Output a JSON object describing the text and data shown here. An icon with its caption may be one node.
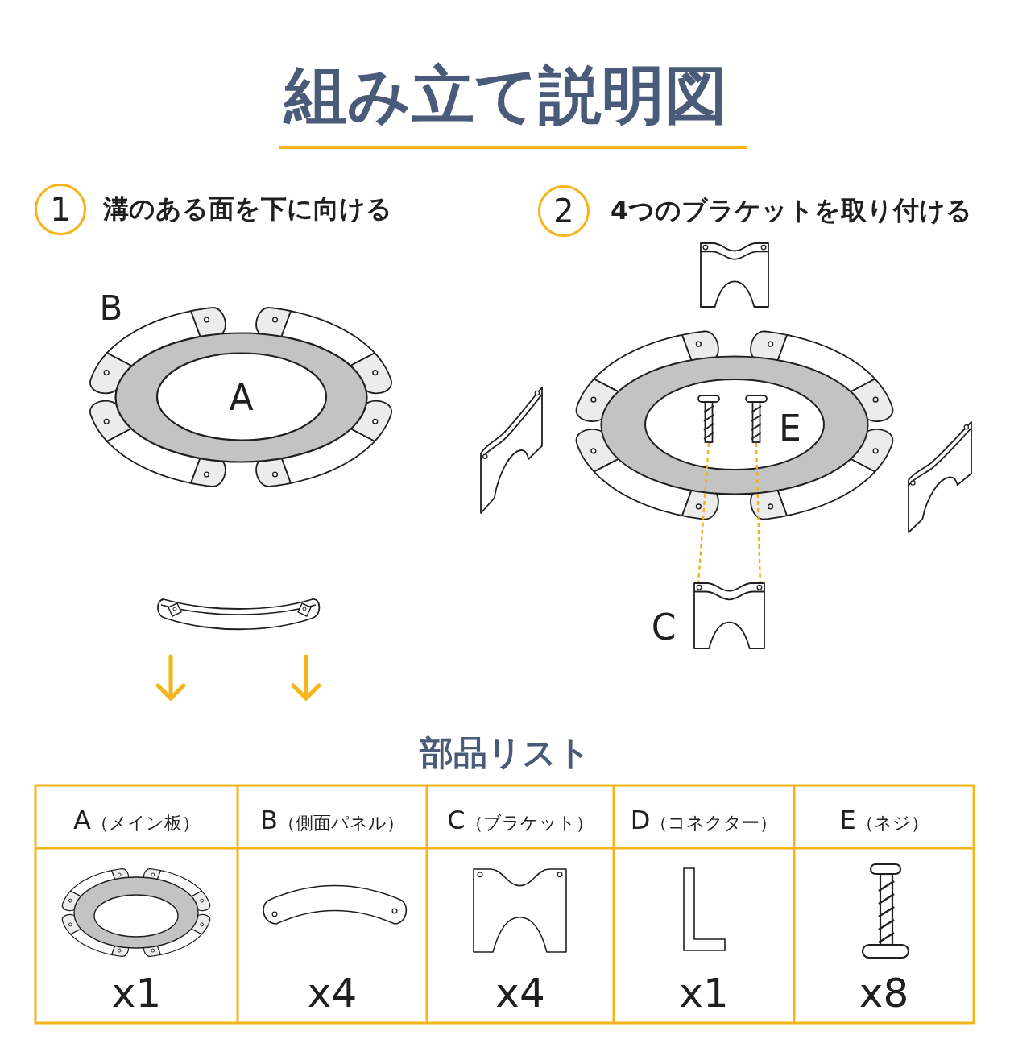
{
  "diagram": {
    "title": "組み立て説明図",
    "nodes": [
      {
        "text": [
          "1"
        ],
        "beside": [
          "溝のある面を下に向ける"
        ]
      },
      {
        "text": [
          "A"
        ]
      },
      {
        "text": [
          "2"
        ],
        "beside": [
          "4つのブラケットを取り付ける"
        ]
      },
      {
        "text": [],
        "shape": "picture"
      },
      {
        "text": [],
        "shape": "picture",
        "in": 3
      },
      {
        "text": [],
        "shape": "picture",
        "in": 3,
        "beside": [
          "E"
        ]
      },
      {
        "text": [],
        "shape": "picture",
        "beside": [
          "C"
        ]
      }
    ],
    "edges": [
      {
        "from": 4,
        "to": 6,
        "arrow": "none",
        "style": "dashed",
        "color": "#f2b21c"
      },
      {
        "from": 5,
        "to": 6,
        "arrow": "none",
        "style": "dashed",
        "color": "#f2b21c"
      }
    ],
    "labels": [
      "B",
      "部品リスト",
      "A（メイン板）",
      "B（側面パネル）",
      "C（ブラケット）",
      "D（コネクター）",
      "E（ネジ）",
      "x1",
      "x4",
      "x4",
      "x1",
      "x8"
    ]
  }
}
